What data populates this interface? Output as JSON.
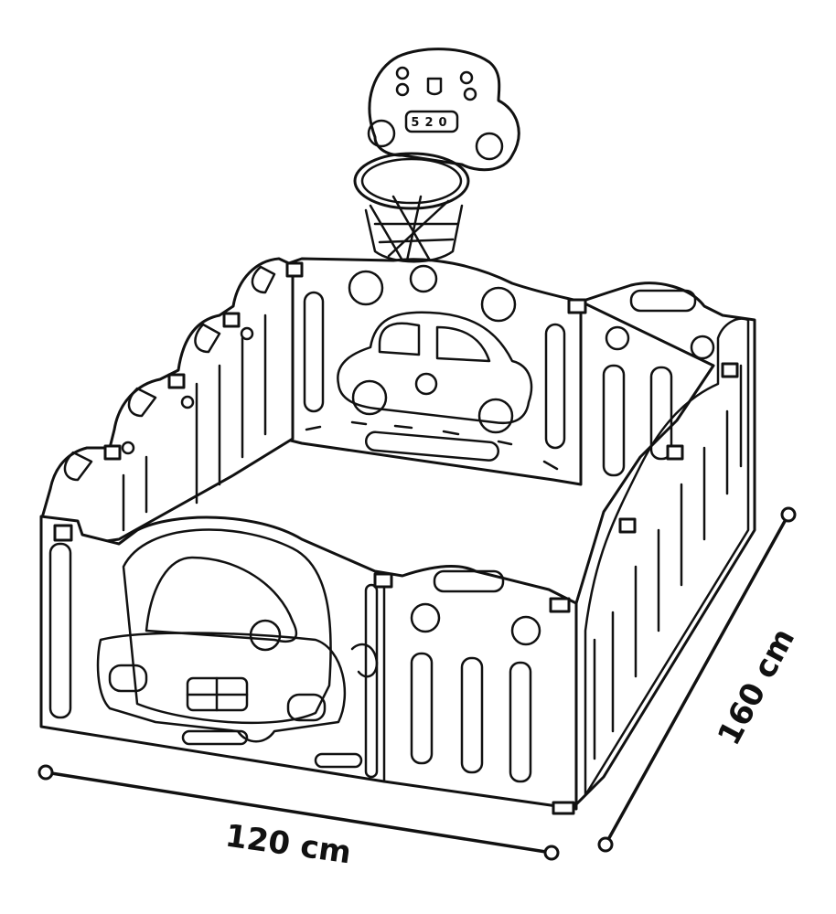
{
  "diagram": {
    "subject": "playpen",
    "scoreboard_digits": "520",
    "dimensions": {
      "width_label": "120 cm",
      "depth_label": "160 cm"
    },
    "colors": {
      "line": "#111111",
      "background": "#ffffff"
    }
  }
}
